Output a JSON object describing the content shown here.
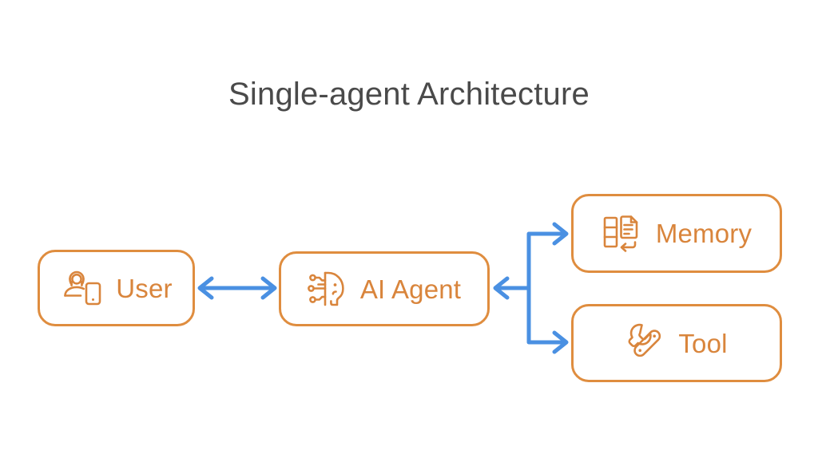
{
  "diagram": {
    "title": "Single-agent Architecture",
    "title_color": "#4a4a4a",
    "background_color": "#ffffff",
    "node_border_color": "#df8d3f",
    "node_label_color": "#d9853c",
    "connector_color": "#4a90e2",
    "nodes": [
      {
        "id": "user",
        "label": "User",
        "icon": "user-with-phone-icon"
      },
      {
        "id": "ai-agent",
        "label": "AI Agent",
        "icon": "ai-head-circuit-icon"
      },
      {
        "id": "memory",
        "label": "Memory",
        "icon": "memory-document-icon"
      },
      {
        "id": "tool",
        "label": "Tool",
        "icon": "wrench-screwdriver-icon"
      }
    ],
    "connectors": [
      {
        "id": "user-ai-agent",
        "from": "User",
        "to": "AI Agent",
        "style": "bidirectional-arrow"
      },
      {
        "id": "ai-agent-memory",
        "from": "AI Agent",
        "to": "Memory",
        "style": "arrow"
      },
      {
        "id": "ai-agent-tool",
        "from": "AI Agent",
        "to": "Tool",
        "style": "arrow"
      },
      {
        "id": "branch-ai-agent",
        "from": "Memory / Tool",
        "to": "AI Agent",
        "style": "arrow"
      }
    ]
  }
}
